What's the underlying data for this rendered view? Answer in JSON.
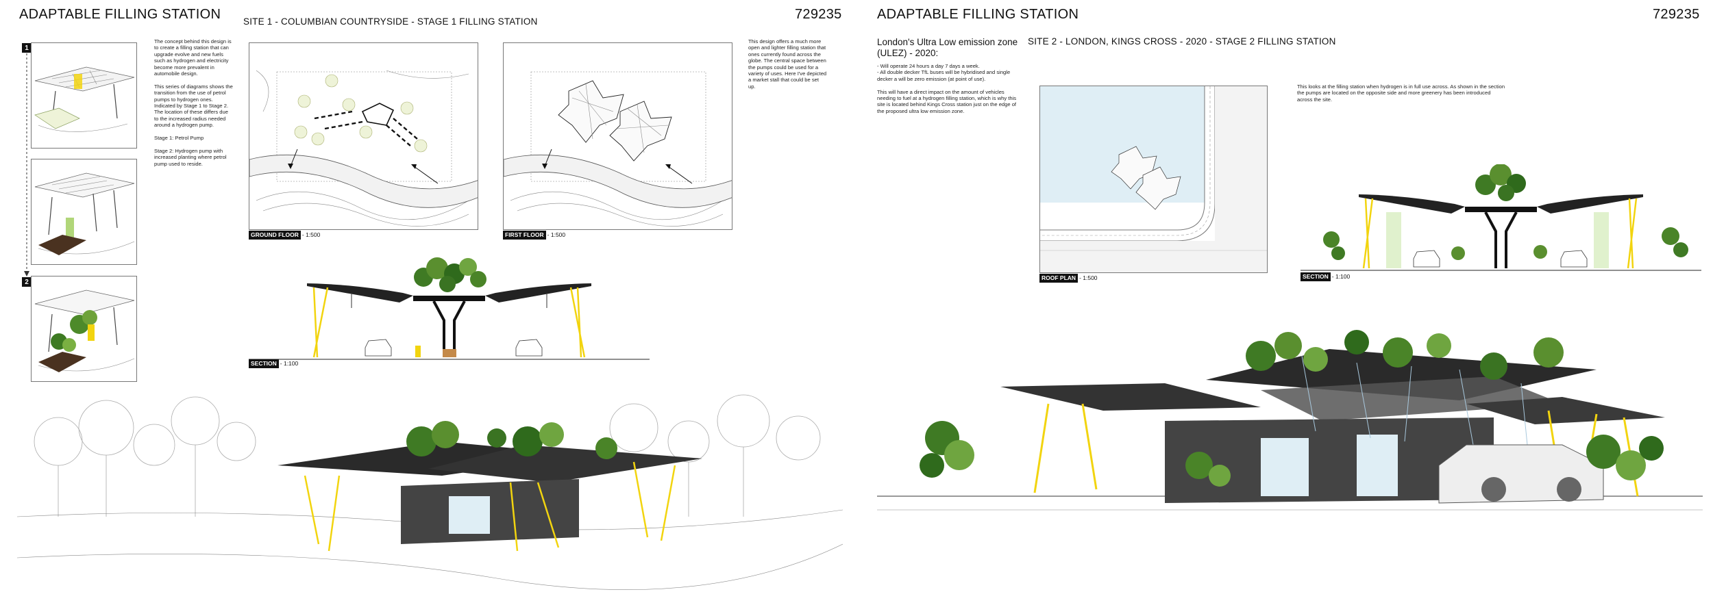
{
  "sheet1": {
    "title": "ADAPTABLE FILLING STATION",
    "number": "729235",
    "site_title": "SITE 1 - COLUMBIAN COUNTRYSIDE - STAGE 1 FILLING STATION",
    "stages": [
      "1",
      "2"
    ],
    "concept_text": [
      "The concept behind this design is to create a filling station that can upgrade evolve and new fuels such as hydrogen and electricity become more prevalent in automobile design.",
      "This series of diagrams shows the transition from the use of petrol pumps to hydrogen ones. Indicated by Stage 1 to Stage 2. The location of these differs due to the increased radius needed around a hydrogen pump.",
      "Stage 1: Petrol Pump",
      "Stage 2: Hydrogen pump with increased planting where petrol pump used to reside."
    ],
    "design_text": "This design offers a much more open and lighter filling station that ones currently found across the globe. The central space between the pumps could be used for a variety of uses. Here I've depicted a market stall that could be set up.",
    "ground_floor": {
      "tag": "GROUND FLOOR",
      "scale": "- 1:500"
    },
    "first_floor": {
      "tag": "FIRST FLOOR",
      "scale": "- 1:500"
    },
    "section": {
      "tag": "SECTION",
      "scale": "- 1:100"
    }
  },
  "sheet2": {
    "title": "ADAPTABLE FILLING STATION",
    "number": "729235",
    "ulez_heading": "London's Ultra Low emission zone (ULEZ) - 2020:",
    "site_title": "SITE 2 - LONDON, KINGS CROSS - 2020 - STAGE 2 FILLING STATION",
    "ulez_text": [
      "- Will operate 24 hours a day 7 days a week.",
      "- All double decker TfL buses will be hybridised and single decker a will be zero emission (at point of use).",
      "This will have a direct impact on the amount of vehicles needing to fuel at a hydrogen filling station, which is why this site is located behind Kings Cross station just on the edge of the proposed ultra low emission zone."
    ],
    "hydrogen_text": "This looks at the filling station when hydrogen is in full use across. As shown in the section the pumps are located on the opposite side and more greenery has been introduced across the site.",
    "roof_plan": {
      "tag": "ROOF PLAN",
      "scale": "- 1:500"
    },
    "section": {
      "tag": "SECTION",
      "scale": "- 1:100"
    }
  },
  "colors": {
    "accent_yellow": "#f2d40f",
    "canopy_dark": "#2a2a2a",
    "foliage_green": "#5a8a2a",
    "water_blue": "#dfeef5"
  }
}
